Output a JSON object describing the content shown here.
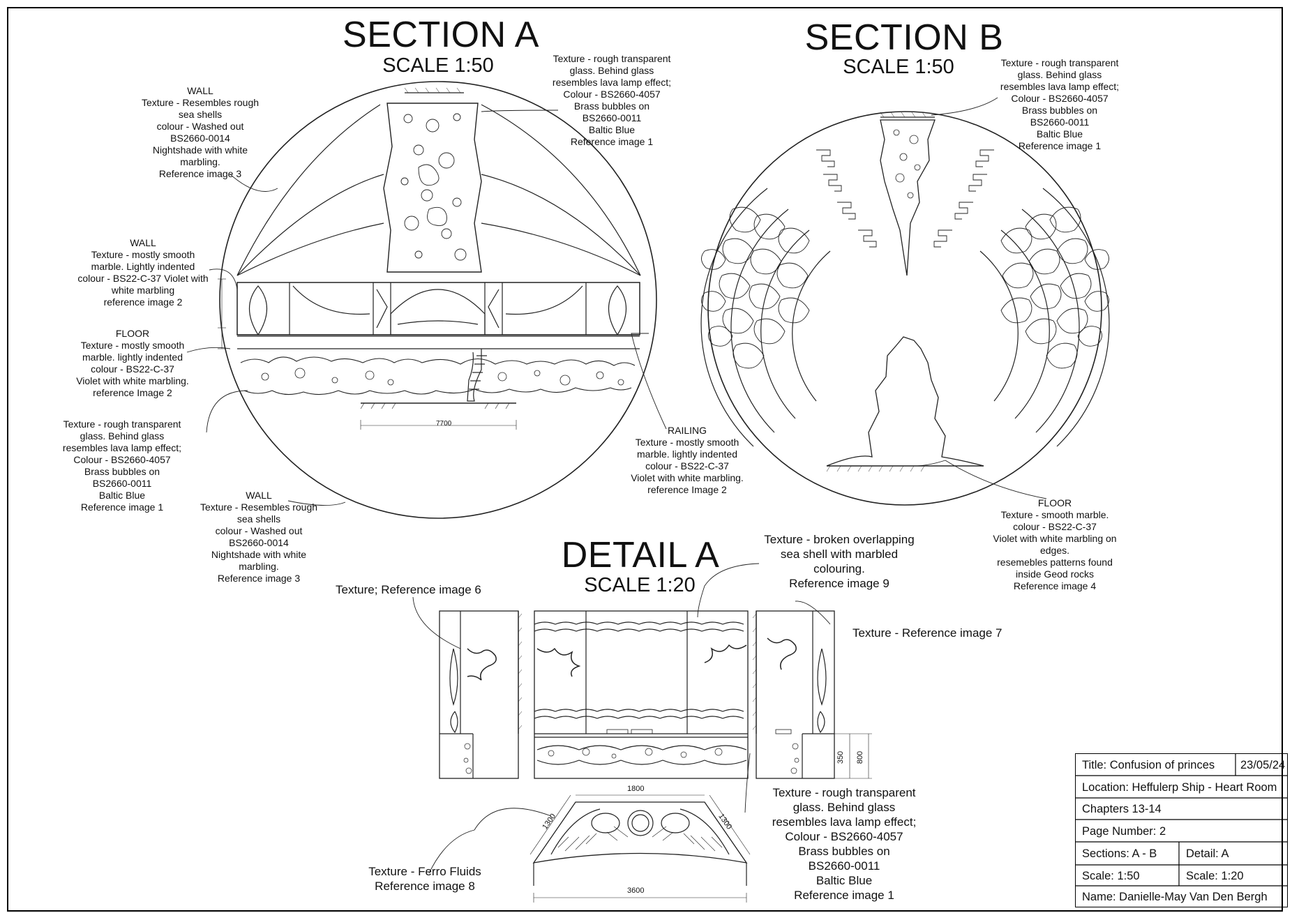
{
  "section_a": {
    "title": "SECTION A",
    "scale": "SCALE 1:50",
    "dim_width": "7700",
    "labels": {
      "wall_top": [
        "WALL",
        "Texture - Resembles rough",
        "sea shells",
        "colour - Washed out",
        "BS2660-0014",
        "Nightshade with white",
        "marbling.",
        "Reference image 3"
      ],
      "wall_mid": [
        "WALL",
        "Texture - mostly smooth",
        "marble. Lightly indented",
        "colour - BS22-C-37 Violet with",
        "white marbling",
        "reference image 2"
      ],
      "floor": [
        "FLOOR",
        "Texture - mostly smooth",
        "marble. lightly indented",
        "colour - BS22-C-37",
        "Violet with white marbling.",
        "reference Image 2"
      ],
      "glass_left": [
        "Texture - rough transparent",
        "glass. Behind glass",
        "resembles lava lamp effect;",
        "Colour - BS2660-4057",
        "Brass bubbles on",
        "BS2660-0011",
        "Baltic Blue",
        "Reference image 1"
      ],
      "wall_bottom": [
        "WALL",
        "Texture - Resembles rough",
        "sea shells",
        "colour - Washed out",
        "BS2660-0014",
        "Nightshade with white",
        "marbling.",
        "Reference image 3"
      ],
      "glass_top": [
        "Texture - rough transparent",
        "glass. Behind glass",
        "resembles lava lamp effect;",
        "Colour - BS2660-4057",
        "Brass bubbles on",
        "BS2660-0011",
        "Baltic Blue",
        "Reference image 1"
      ],
      "railing": [
        "RAILING",
        "Texture - mostly smooth",
        "marble. lightly indented",
        "colour - BS22-C-37",
        "Violet with white marbling.",
        "reference Image 2"
      ]
    }
  },
  "section_b": {
    "title": "SECTION B",
    "scale": "SCALE 1:50",
    "labels": {
      "glass_top": [
        "Texture - rough transparent",
        "glass. Behind glass",
        "resembles lava lamp effect;",
        "Colour - BS2660-4057",
        "Brass bubbles on",
        "BS2660-0011",
        "Baltic Blue",
        "Reference image 1"
      ],
      "floor": [
        "FLOOR",
        "Texture - smooth marble.",
        "colour - BS22-C-37",
        "Violet with white marbling on",
        "edges.",
        "resemebles patterns found",
        "inside Geod rocks",
        "Reference image 4"
      ]
    }
  },
  "detail_a": {
    "title": "DETAIL A",
    "scale": "SCALE 1:20",
    "labels": {
      "ref6": "Texture; Reference image 6",
      "ref7": "Texture - Reference image 7",
      "shell": [
        "Texture - broken overlapping",
        "sea shell with marbled",
        "colouring.",
        "Reference image 9"
      ],
      "glass": [
        "Texture - rough transparent",
        "glass. Behind glass",
        "resembles lava lamp effect;",
        "Colour - BS2660-4057",
        "Brass bubbles on",
        "BS2660-0011",
        "Baltic Blue",
        "Reference image 1"
      ],
      "ferro": [
        "Texture - Ferro Fluids",
        "Reference image 8"
      ]
    },
    "dims": {
      "top": "1800",
      "left": "1300",
      "right": "1300",
      "bottom": "3600",
      "h1": "350",
      "h2": "800"
    }
  },
  "title_block": {
    "title": "Title: Confusion of princes",
    "date": "23/05/24",
    "location": "Location: Heffulerp Ship - Heart Room",
    "chapters": "Chapters 13-14",
    "page": "Page Number: 2",
    "sections": "Sections: A - B",
    "detail": "Detail: A",
    "scale_sections": "Scale: 1:50",
    "scale_detail": "Scale: 1:20",
    "name": "Name: Danielle-May Van Den Bergh"
  }
}
